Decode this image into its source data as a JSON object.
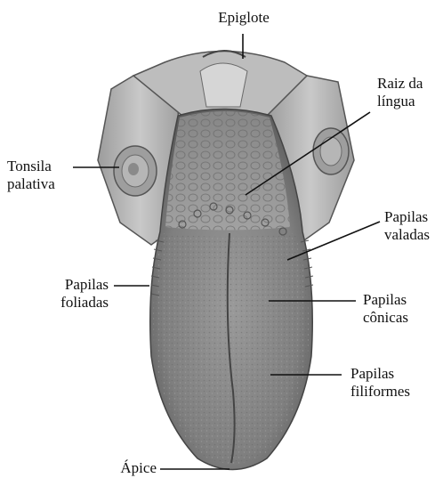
{
  "labels": {
    "epiglote": "Epiglote",
    "raiz_line1": "Raiz da",
    "raiz_line2": "língua",
    "tonsila_line1": "Tonsila",
    "tonsila_line2": "palativa",
    "valadas_line1": "Papilas",
    "valadas_line2": "valadas",
    "foliadas_line1": "Papilas",
    "foliadas_line2": "foliadas",
    "conicas_line1": "Papilas",
    "conicas_line2": "cônicas",
    "filiformes_line1": "Papilas",
    "filiformes_line2": "filiformes",
    "apice": "Ápice"
  },
  "colors": {
    "tongue_body": "#8c8c8c",
    "tongue_dark": "#5e5e5e",
    "tongue_light": "#b9b9b9",
    "tissue": "#a8a8a8",
    "leader_line": "#111111"
  }
}
